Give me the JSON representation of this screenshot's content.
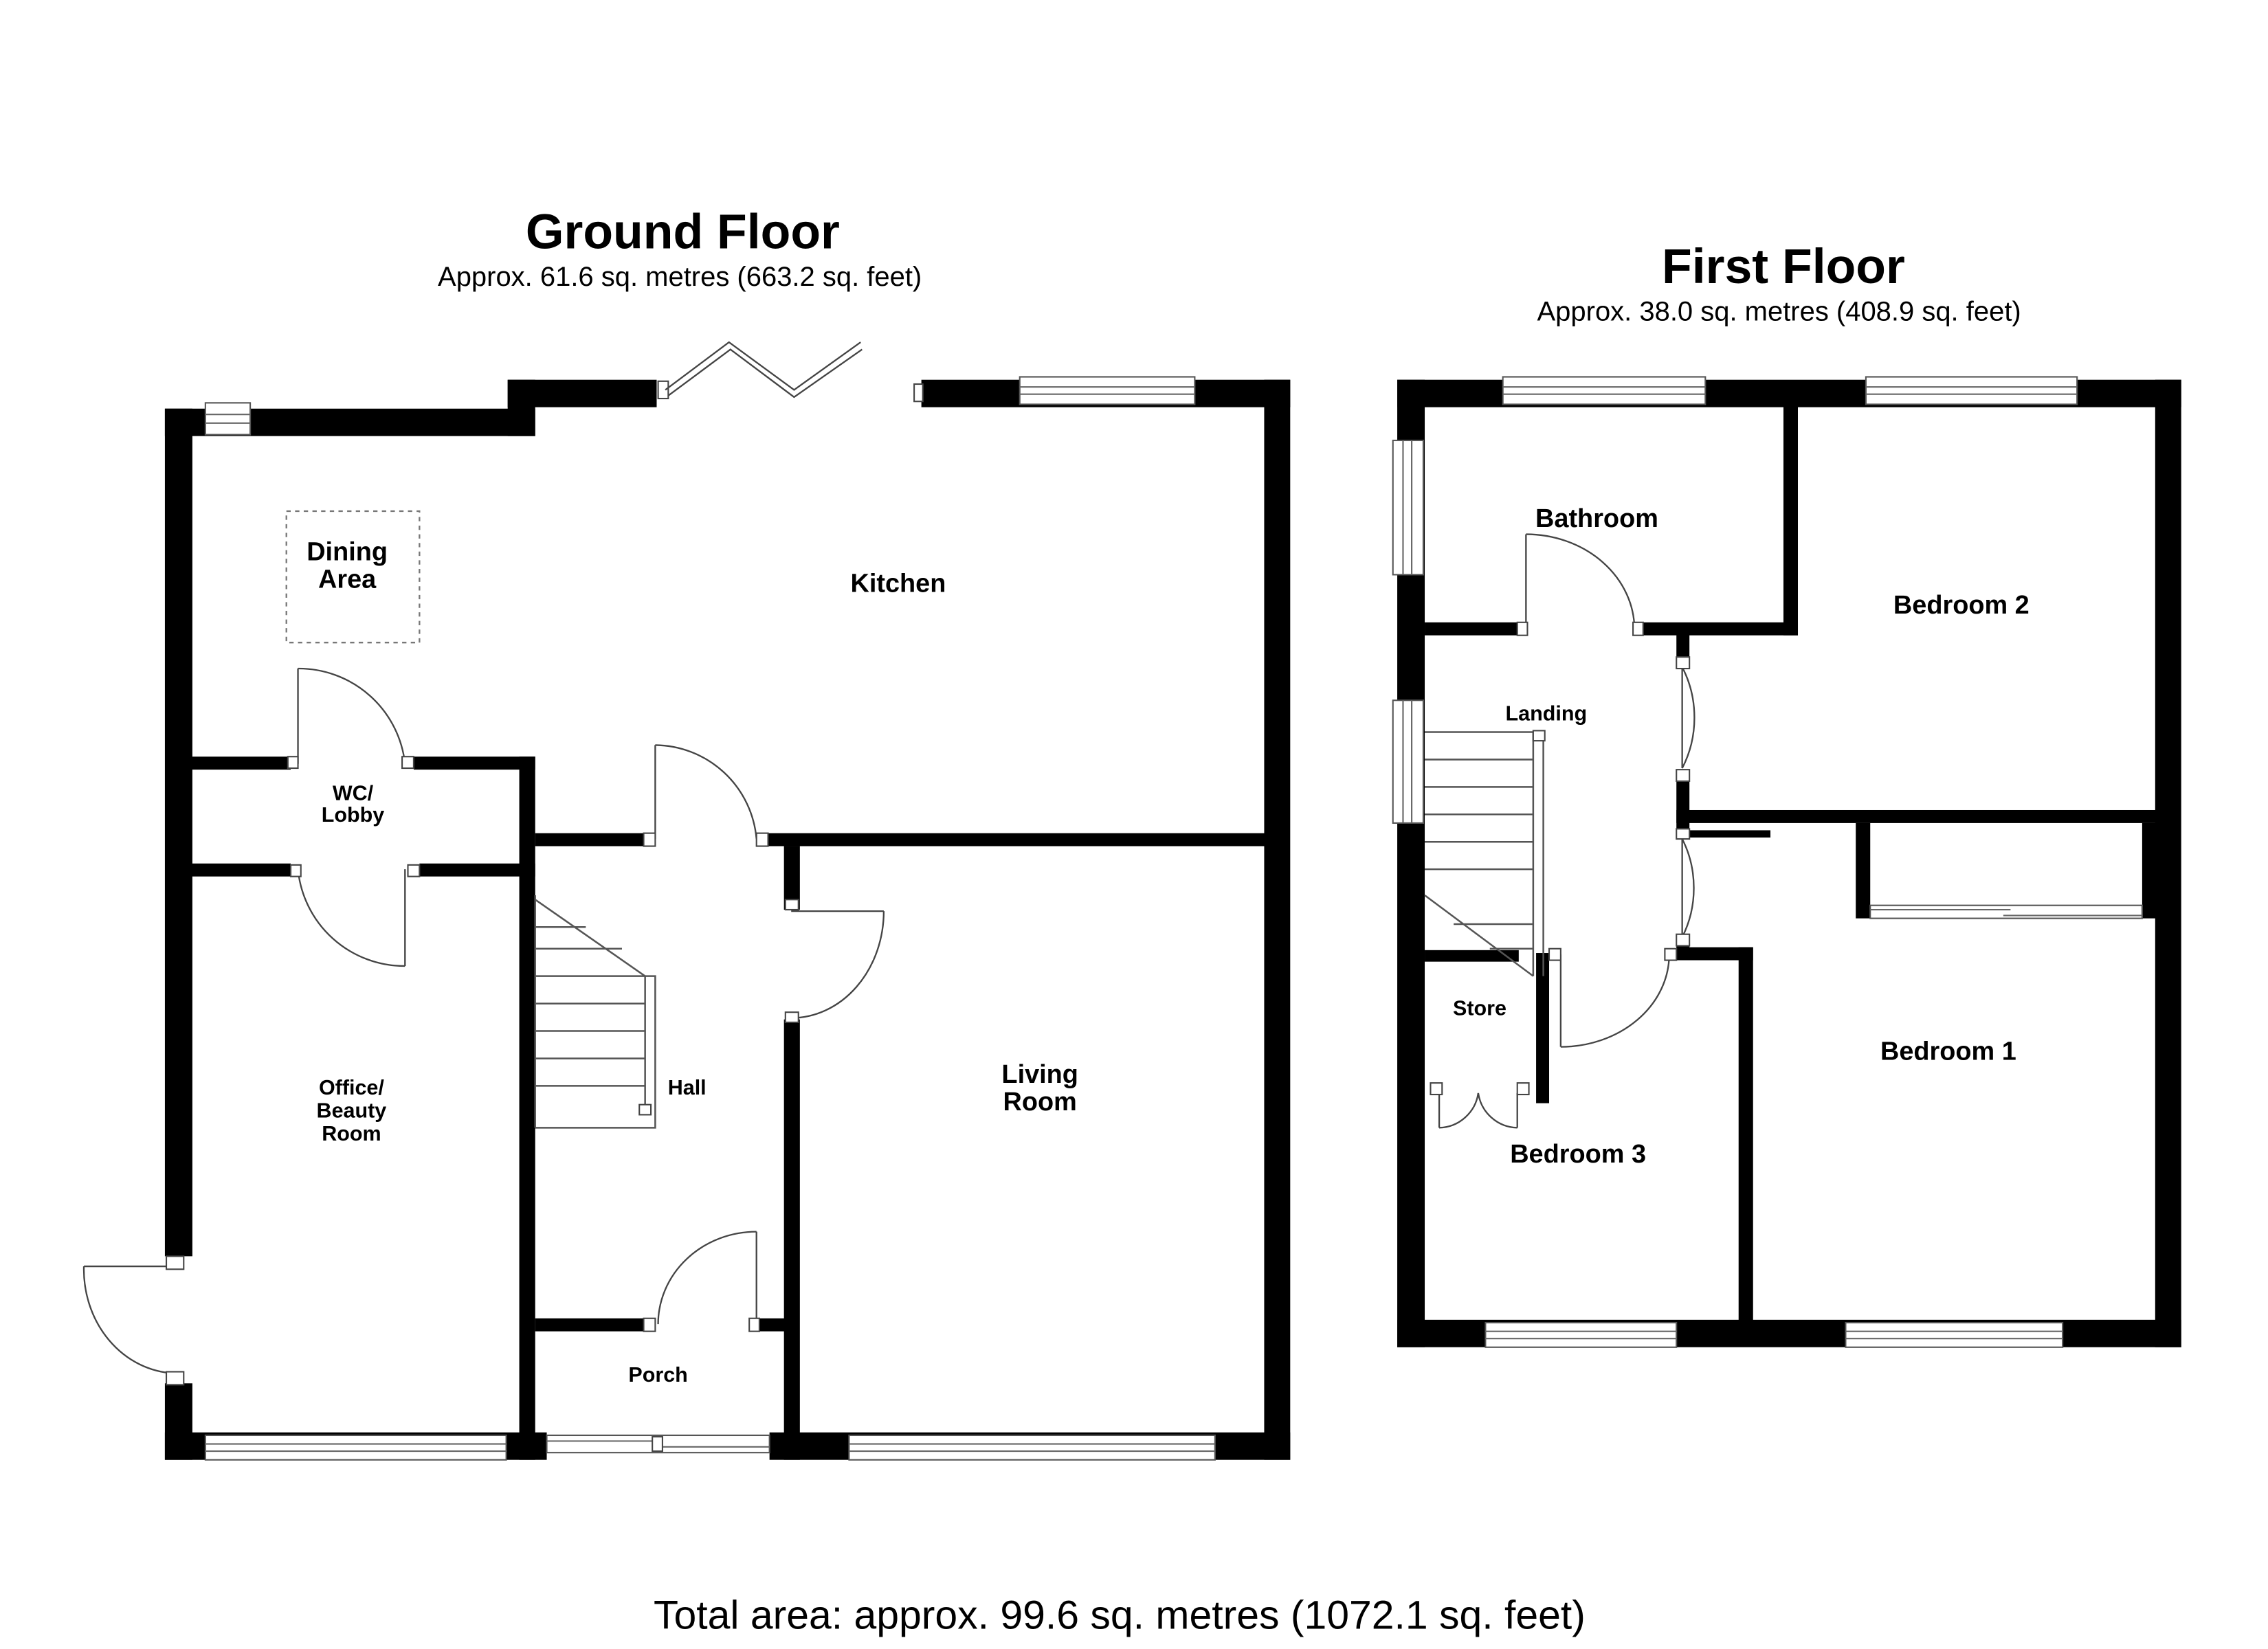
{
  "ground_floor": {
    "title": "Ground Floor",
    "area": "Approx. 61.6 sq. metres (663.2 sq. feet)",
    "rooms": {
      "dining_line1": "Dining",
      "dining_line2": "Area",
      "kitchen": "Kitchen",
      "wc_line1": "WC/",
      "wc_line2": "Lobby",
      "office_line1": "Office/",
      "office_line2": "Beauty",
      "office_line3": "Room",
      "hall": "Hall",
      "living_line1": "Living",
      "living_line2": "Room",
      "porch": "Porch"
    }
  },
  "first_floor": {
    "title": "First Floor",
    "area": "Approx. 38.0 sq. metres (408.9 sq. feet)",
    "rooms": {
      "bathroom": "Bathroom",
      "bedroom2": "Bedroom 2",
      "landing": "Landing",
      "store": "Store",
      "bedroom1": "Bedroom 1",
      "bedroom3": "Bedroom 3"
    }
  },
  "total_area": "Total area: approx. 99.6 sq. metres (1072.1 sq. feet)"
}
